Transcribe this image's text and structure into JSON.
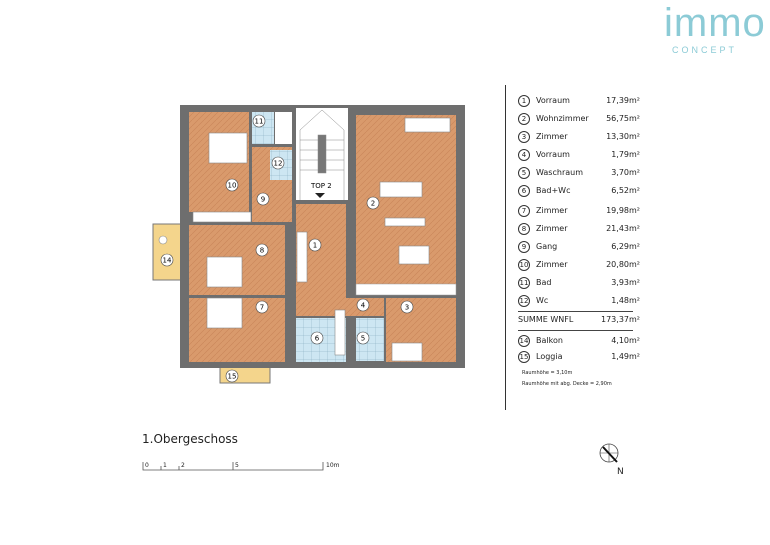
{
  "logo": {
    "main": "immo",
    "sub": "CONCEPT"
  },
  "floor_title": "1.Obergeschoss",
  "plan_labels": {
    "top": "TOP 2"
  },
  "rooms": [
    {
      "no": "1",
      "name": "Vorraum",
      "area": "17,39m²"
    },
    {
      "no": "2",
      "name": "Wohnzimmer",
      "area": "56,75m²"
    },
    {
      "no": "3",
      "name": "Zimmer",
      "area": "13,30m²"
    },
    {
      "no": "4",
      "name": "Vorraum",
      "area": "1,79m²"
    },
    {
      "no": "5",
      "name": "Waschraum",
      "area": "3,70m²"
    },
    {
      "no": "6",
      "name": "Bad+Wc",
      "area": "6,52m²"
    },
    {
      "no": "7",
      "name": "Zimmer",
      "area": "19,98m²"
    },
    {
      "no": "8",
      "name": "Zimmer",
      "area": "21,43m²"
    },
    {
      "no": "9",
      "name": "Gang",
      "area": "6,29m²"
    },
    {
      "no": "10",
      "name": "Zimmer",
      "area": "20,80m²"
    },
    {
      "no": "11",
      "name": "Bad",
      "area": "3,93m²"
    },
    {
      "no": "12",
      "name": "Wc",
      "area": "1,48m²"
    }
  ],
  "total": {
    "label": "SUMME WNFL",
    "area": "173,37m²"
  },
  "outdoor": [
    {
      "no": "14",
      "name": "Balkon",
      "area": "4,10m²"
    },
    {
      "no": "15",
      "name": "Loggia",
      "area": "1,49m²"
    }
  ],
  "notes": [
    "Raumhöhe = 3,10m",
    "Raumhöhe mit abg. Decke = 2,90m"
  ],
  "scale": {
    "ticks": [
      "0",
      "1",
      "2",
      "5",
      "10m"
    ]
  },
  "north": "N",
  "colors": {
    "floor": "#d99a6c",
    "wall": "#6e6e6e",
    "wet": "#cde6f2",
    "outdoor": "#f4d58c",
    "logo": "#8ccbd6"
  }
}
